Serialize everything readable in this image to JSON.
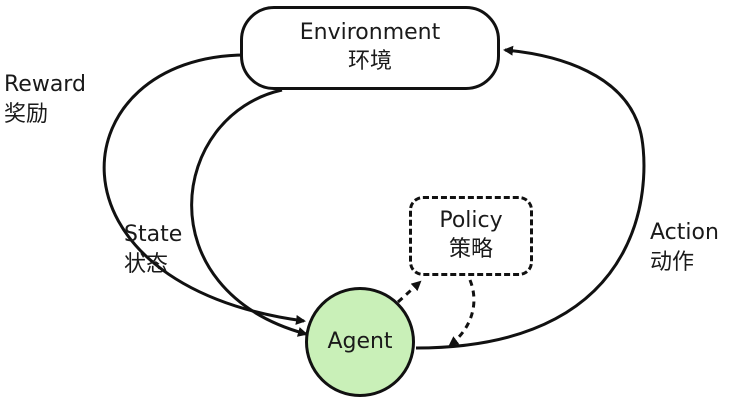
{
  "nodes": {
    "environment": {
      "en": "Environment",
      "zh": "环境"
    },
    "policy": {
      "en": "Policy",
      "zh": "策略"
    },
    "agent": {
      "en": "Agent"
    }
  },
  "edges": {
    "reward": {
      "en": "Reward",
      "zh": "奖励"
    },
    "state": {
      "en": "State",
      "zh": "状态"
    },
    "action": {
      "en": "Action",
      "zh": "动作"
    }
  },
  "colors": {
    "agent_fill": "#c9f0b8",
    "stroke": "#111111"
  }
}
